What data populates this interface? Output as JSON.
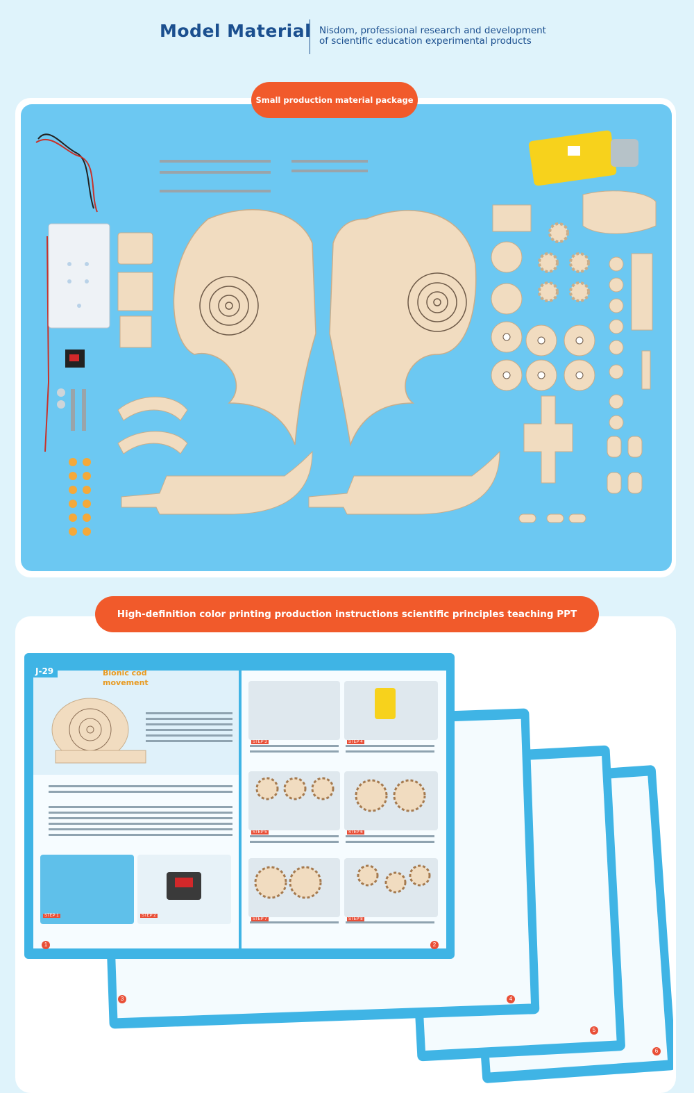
{
  "header": {
    "title": "Model Material",
    "subtitle_line1": "Nisdom, professional research and development",
    "subtitle_line2": "of scientific education experimental products"
  },
  "section1": {
    "badge": "Small production material package"
  },
  "section2": {
    "badge": "High-definition color printing production instructions scientific principles teaching PPT"
  },
  "booklet": {
    "code": "J-29",
    "heading_line1": "Bionic cod",
    "heading_line2": "movement",
    "page_numbers": [
      "1",
      "2",
      "3",
      "4",
      "5",
      "6"
    ],
    "step_labels": [
      "STEP 1",
      "STEP 2",
      "STEP 3",
      "STEP 4",
      "STEP 5",
      "STEP 6",
      "STEP 7",
      "STEP 8"
    ]
  },
  "colors": {
    "background": "#dff3fb",
    "title_blue": "#1b4f8f",
    "badge_orange": "#f15a2b",
    "mat_blue": "#6cc8f2",
    "wood": "#f1dcc0",
    "motor_yellow": "#f7d21c"
  }
}
